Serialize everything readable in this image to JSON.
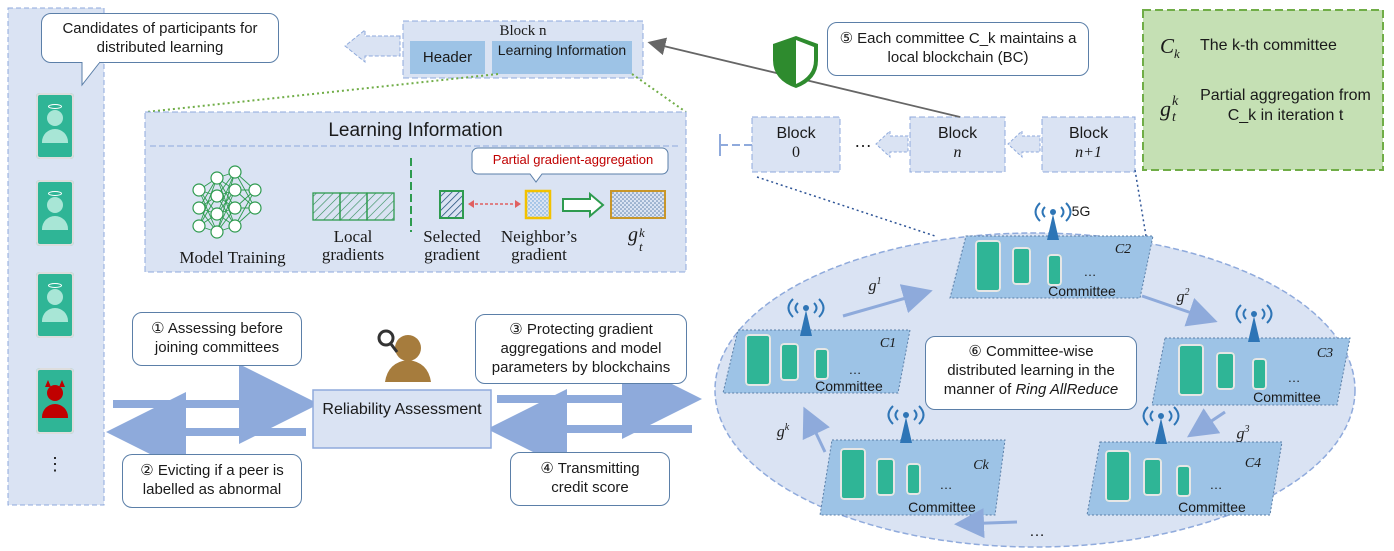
{
  "candidates": {
    "callout": "Candidates of participants for distributed learning",
    "ellipsis": "⋮"
  },
  "block_n": {
    "title": "Block n",
    "header": "Header",
    "learning_info": "Learning Information"
  },
  "learning_panel": {
    "title": "Learning Information",
    "model_training": "Model Training",
    "local_gradients": "Local gradients",
    "partial_agg": "Partial gradient-aggregation",
    "selected_gradient": "Selected gradient",
    "neighbor_gradient": "Neighbor’s gradient",
    "g_label": "g",
    "g_sub": "t",
    "g_sup": "k"
  },
  "chain": {
    "block0": [
      "Block",
      "0"
    ],
    "ellipsis": "…",
    "blockn": [
      "Block",
      "n"
    ],
    "blockn1": [
      "Block",
      "n+1"
    ]
  },
  "step5": "⑤ Each committee C_k maintains a local blockchain (BC)",
  "legend": {
    "ck_sym": "C",
    "ck_sub": "k",
    "ck_desc": "The k-th committee",
    "g_sym": "g",
    "g_sub": "t",
    "g_sup": "k",
    "g_desc": "Partial aggregation from C_k in iteration t",
    "bg_color": "#c5e0b4",
    "border_color": "#70ad47"
  },
  "steps": {
    "s1": "① Assessing before joining committees",
    "s2": "② Evicting if a peer is labelled as abnormal",
    "s3": "③ Protecting gradient aggregations and model parameters by blockchains",
    "s4": "④ Transmitting credit score",
    "s6_a": "⑥ Committee-wise distributed learning in the manner of ",
    "s6_b": "Ring AllReduce"
  },
  "reliability": "Reliability Assessment",
  "network": {
    "fiveg": "5G",
    "committee": "Committee",
    "ellipsis": "…",
    "bottom_ellipsis": "…",
    "c1": "C1",
    "c2": "C2",
    "c3": "C3",
    "c4": "C4",
    "ck": "Ck",
    "g1": "1",
    "g2": "2",
    "g3": "3",
    "gk": "k"
  },
  "colors": {
    "arrow_blue": "#8eaadb",
    "box_fill": "#dae3f3",
    "box_border": "#8faadc",
    "ellipse_fill": "#dae3f3",
    "committee_fill": "#9dc3e6",
    "phone_green": "#2fb596",
    "malicious_red": "#c00000"
  }
}
